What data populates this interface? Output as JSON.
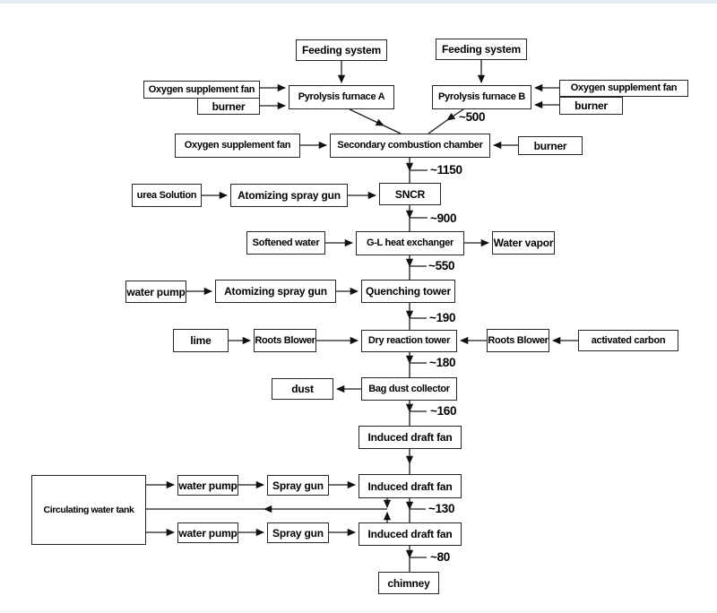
{
  "page": {
    "background_color": "#ffffff",
    "top_strip_color": "#e8edf5",
    "line_color": "#1a1a1a"
  },
  "nodes": {
    "feeding_a": {
      "label": "Feeding system"
    },
    "feeding_b": {
      "label": "Feeding system"
    },
    "oxy_fan_a": {
      "label": "Oxygen supplement fan"
    },
    "burner_a": {
      "label": "burner"
    },
    "furnace_a": {
      "label": "Pyrolysis furnace A"
    },
    "furnace_b": {
      "label": "Pyrolysis furnace B"
    },
    "oxy_fan_b": {
      "label": "Oxygen supplement fan"
    },
    "burner_b": {
      "label": "burner"
    },
    "oxy_fan_c": {
      "label": "Oxygen supplement fan"
    },
    "chamber": {
      "label": "Secondary combustion chamber"
    },
    "burner_c": {
      "label": "burner"
    },
    "urea": {
      "label": "urea Solution"
    },
    "atomizing_1": {
      "label": "Atomizing spray gun"
    },
    "sncr": {
      "label": "SNCR"
    },
    "softened": {
      "label": "Softened water"
    },
    "gl_exchanger": {
      "label": "G-L heat exchanger"
    },
    "water_vapor": {
      "label": "Water vapor"
    },
    "water_pump_1": {
      "label": "water pump"
    },
    "atomizing_2": {
      "label": "Atomizing spray gun"
    },
    "quenching": {
      "label": "Quenching tower"
    },
    "lime": {
      "label": "lime"
    },
    "roots_blower_l": {
      "label": "Roots Blower"
    },
    "dry_tower": {
      "label": "Dry reaction tower"
    },
    "roots_blower_r": {
      "label": "Roots Blower"
    },
    "activated_carbon": {
      "label": "activated carbon"
    },
    "dust": {
      "label": "dust"
    },
    "bag_collector": {
      "label": "Bag dust collector"
    },
    "fan_1": {
      "label": "Induced draft fan"
    },
    "fan_2": {
      "label": "Induced draft fan"
    },
    "fan_3": {
      "label": "Induced draft fan"
    },
    "tank": {
      "label": "Circulating water tank"
    },
    "water_pump_2": {
      "label": "water pump"
    },
    "spray_gun_1": {
      "label": "Spray gun"
    },
    "water_pump_3": {
      "label": "water pump"
    },
    "spray_gun_2": {
      "label": "Spray gun"
    },
    "chimney": {
      "label": "chimney"
    }
  },
  "temps": {
    "t500": "~500",
    "t1150": "~1150",
    "t900": "~900",
    "t550": "~550",
    "t190": "~190",
    "t180": "~180",
    "t160": "~160",
    "t130": "~130",
    "t80": "~80"
  }
}
